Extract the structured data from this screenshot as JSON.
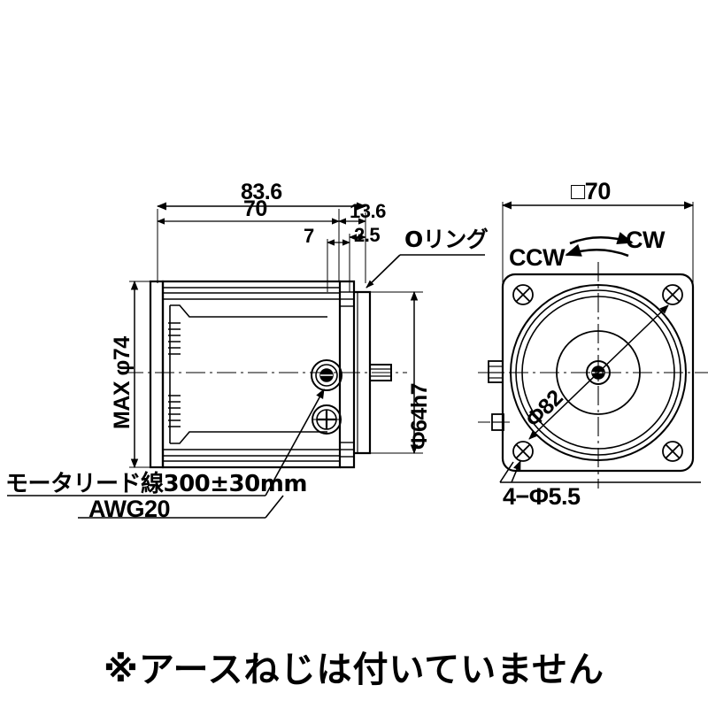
{
  "document": {
    "type": "technical-dimensional-drawing",
    "subject": "geared motor",
    "units": "mm",
    "background_color": "#ffffff",
    "line_color": "#000000"
  },
  "side_view": {
    "name": "side-elevation-view",
    "dimensions": {
      "overall_length": "83.6",
      "body_length": "70",
      "flange_step": "13.6",
      "shaft_step": "7",
      "oring_groove": "2.5",
      "max_diameter": "MAX φ74",
      "pilot_diameter": "Φ64h7"
    },
    "annotations": {
      "oring": "Oリング",
      "lead_wire_line1": "モータリード線300±30mm",
      "lead_wire_line2": "AWG20"
    }
  },
  "front_view": {
    "name": "front-elevation-view",
    "dimensions": {
      "square_flange": "□70",
      "bolt_circle": "Φ82",
      "bolt_holes": "4−Φ5.5"
    },
    "rotation_labels": {
      "clockwise": "CW",
      "counter_clockwise": "CCW"
    }
  },
  "caption": {
    "note": "※アースねじは付いていません"
  }
}
